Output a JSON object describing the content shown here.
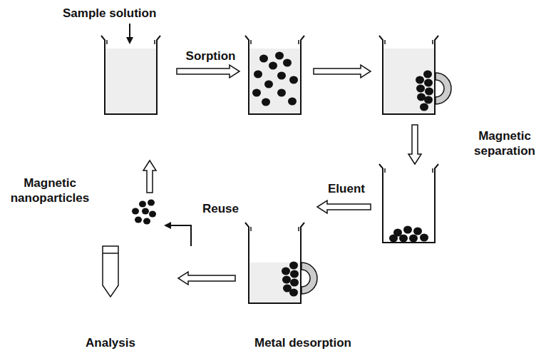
{
  "diagram": {
    "labels": [
      "Sample solution",
      "Sorption",
      "Magnetic separation",
      "Magnetic nanoparticles",
      "Reuse",
      "Eluent",
      "Analysis",
      "Metal desorption"
    ]
  }
}
